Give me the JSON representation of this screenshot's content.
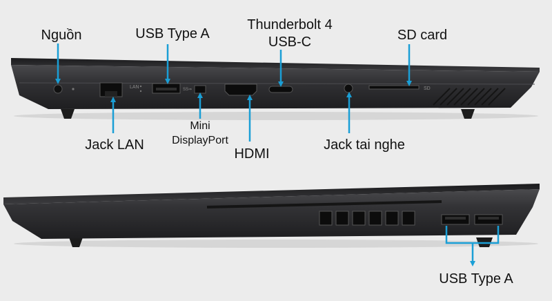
{
  "labels": {
    "power": "Nguồn",
    "usb_a_top": "USB Type A",
    "thunderbolt_line1": "Thunderbolt 4",
    "thunderbolt_line2": "USB-C",
    "sd_card": "SD card",
    "lan": "Jack LAN",
    "mini_dp_line1": "Mini",
    "mini_dp_line2": "DisplayPort",
    "hdmi": "HDMI",
    "audio_jack": "Jack tai nghe",
    "usb_a_bottom": "USB Type A"
  },
  "port_marks": {
    "sd": "SD",
    "lan": "LAN",
    "usb": "SS⇒"
  },
  "colors": {
    "arrow": "#1a9fd6",
    "laptop_dark": "#2a2a2c",
    "laptop_mid": "#3a3a3d",
    "port_black": "#0c0c0c",
    "background": "#ececec"
  }
}
